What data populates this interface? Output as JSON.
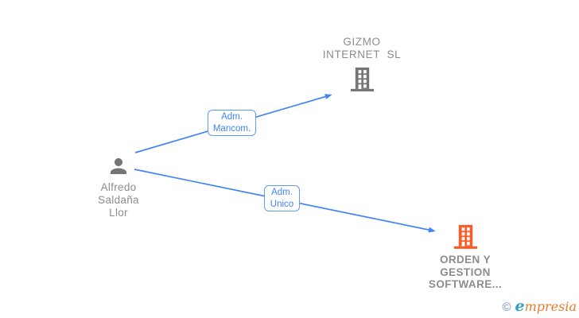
{
  "person": {
    "name": "Alfredo\nSaldaña\nLlor",
    "icon": "person-icon",
    "icon_color": "#757575",
    "text_color": "#8d8d8d"
  },
  "companies": [
    {
      "id": "gizmo",
      "name": "GIZMO\nINTERNET  SL",
      "icon": "building-icon",
      "icon_color": "#757575",
      "text_color": "#8d8d8d",
      "highlighted": false
    },
    {
      "id": "orden",
      "name": "ORDEN Y\nGESTION\nSOFTWARE...",
      "icon": "building-icon",
      "icon_color": "#ff5a26",
      "text_color": "#8d8d8d",
      "highlighted": true
    }
  ],
  "edges": [
    {
      "from": "Alfredo Saldaña Llor",
      "to": "GIZMO INTERNET SL",
      "label": "Adm.\nMancom.",
      "color": "#4285f4"
    },
    {
      "from": "Alfredo Saldaña Llor",
      "to": "ORDEN Y GESTION SOFTWARE...",
      "label": "Adm.\nUnico",
      "color": "#4285f4"
    }
  ],
  "watermark": {
    "copyright": "©",
    "brand_first_letter": "e",
    "brand_rest": "mpresia",
    "copyright_color": "#6d8fae",
    "e_color": "#2f9fc7",
    "text_color": "#ea7b26"
  },
  "colors": {
    "edge_blue": "#4285f4",
    "edge_border": "#5b9cf5",
    "node_gray": "#757575",
    "highlight_orange": "#ff5a26",
    "label_gray": "#8d8d8d",
    "canvas_bg": "#ffffff"
  }
}
